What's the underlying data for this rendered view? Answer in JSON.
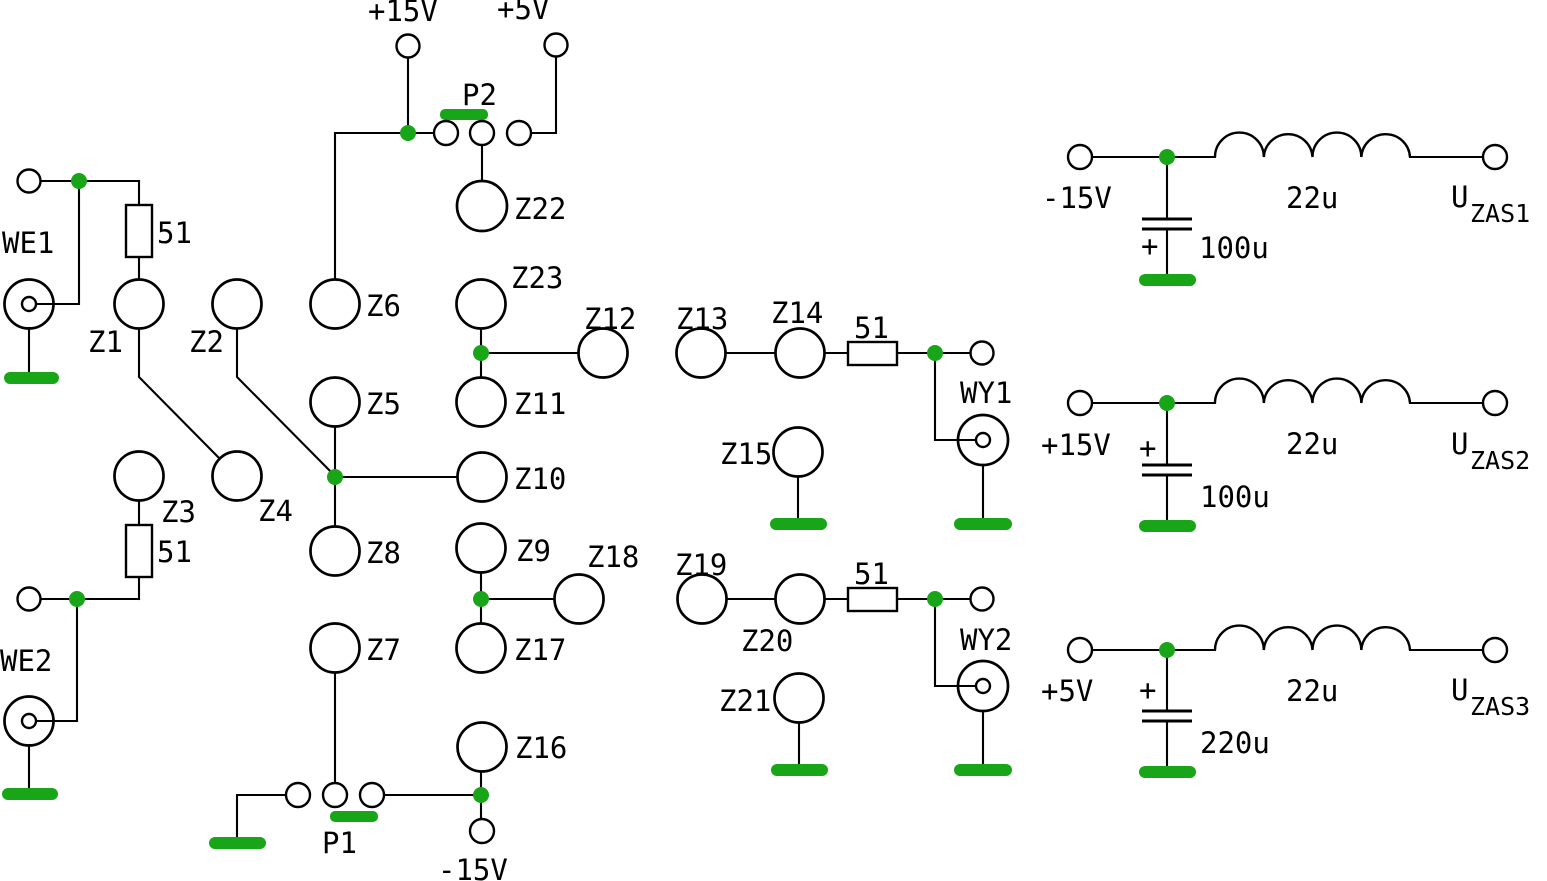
{
  "colors": {
    "wire": "#000000",
    "green": "#18A518",
    "background": "#FFFFFF"
  },
  "labels": {
    "we1": "WE1",
    "we2": "WE2",
    "wy1": "WY1",
    "wy2": "WY2",
    "p1": "P1",
    "p2": "P2",
    "rail_p15_top": "+15V",
    "rail_p5_top": "+5V",
    "rail_m15_bottom": "-15V",
    "r_we1": "51",
    "r_we2": "51",
    "r_wy1": "51",
    "r_wy2": "51",
    "z1": "Z1",
    "z2": "Z2",
    "z3": "Z3",
    "z4": "Z4",
    "z5": "Z5",
    "z6": "Z6",
    "z7": "Z7",
    "z8": "Z8",
    "z9": "Z9",
    "z10": "Z10",
    "z11": "Z11",
    "z12": "Z12",
    "z13": "Z13",
    "z14": "Z14",
    "z15": "Z15",
    "z16": "Z16",
    "z17": "Z17",
    "z18": "Z18",
    "z19": "Z19",
    "z20": "Z20",
    "z21": "Z21",
    "z22": "Z22",
    "z23": "Z23"
  },
  "filters": [
    {
      "rail": "-15V",
      "plus": "+",
      "cap": "100u",
      "inductor": "22u",
      "out_u": "U",
      "out_sub": "ZAS1"
    },
    {
      "rail": "+15V",
      "plus": "+",
      "cap": "100u",
      "inductor": "22u",
      "out_u": "U",
      "out_sub": "ZAS2"
    },
    {
      "rail": "+5V",
      "plus": "+",
      "cap": "220u",
      "inductor": "22u",
      "out_u": "U",
      "out_sub": "ZAS3"
    }
  ]
}
